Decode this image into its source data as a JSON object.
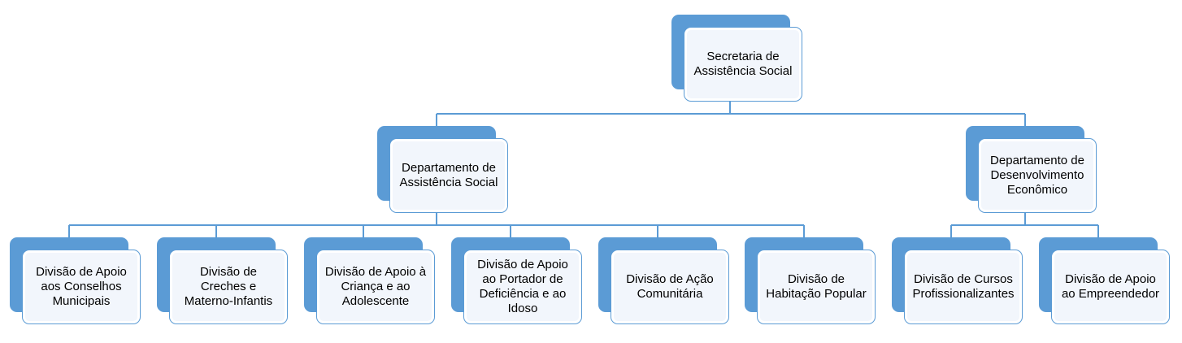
{
  "colors": {
    "accent": "#5b9bd5",
    "box_fill": "#f2f6fc",
    "connector": "#5b9bd5"
  },
  "root": {
    "label": "Secretaria de Assistência Social"
  },
  "departments": [
    {
      "label": "Departamento de Assistência Social",
      "divisions": [
        {
          "label": "Divisão de Apoio aos Conselhos Municipais"
        },
        {
          "label": "Divisão de Creches e Materno-Infantis"
        },
        {
          "label": "Divisão de Apoio à Criança e ao Adolescente"
        },
        {
          "label": "Divisão de Apoio ao Portador de Deficiência e ao Idoso"
        },
        {
          "label": "Divisão de Ação Comunitária"
        },
        {
          "label": "Divisão de Habitação Popular"
        }
      ]
    },
    {
      "label": "Departamento de Desenvolvimento Econômico",
      "divisions": [
        {
          "label": "Divisão de Cursos Profissionalizantes"
        },
        {
          "label": "Divisão de Apoio ao Empreendedor"
        }
      ]
    }
  ]
}
